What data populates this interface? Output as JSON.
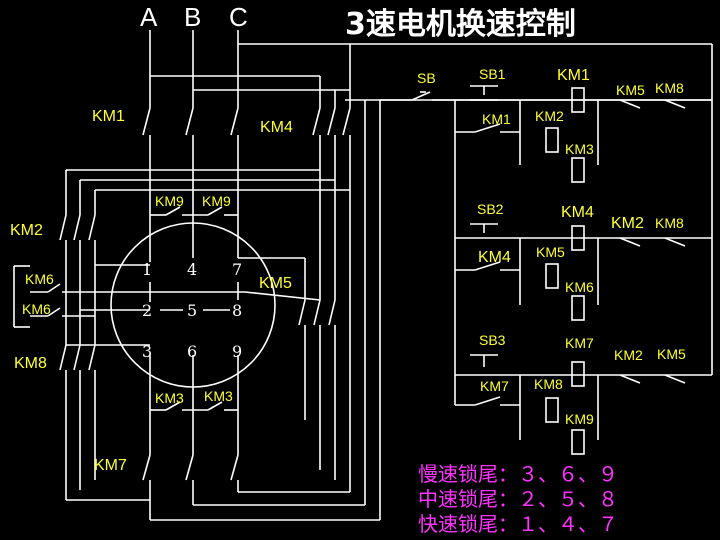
{
  "title": "3速电机换速控制",
  "phases": [
    "A",
    "B",
    "C"
  ],
  "power_labels": {
    "km1": "KM1",
    "km4": "KM4",
    "km2": "KM2",
    "km5": "KM5",
    "km6a": "KM6",
    "km6b": "KM6",
    "km8": "KM8",
    "km9a": "KM9",
    "km9b": "KM9",
    "km3a": "KM3",
    "km3b": "KM3",
    "km7": "KM7"
  },
  "motor_terminals": [
    "1",
    "4",
    "7",
    "2",
    "5",
    "8",
    "3",
    "6",
    "9"
  ],
  "control_labels": {
    "sb": "SB",
    "sb1": "SB1",
    "sb2": "SB2",
    "sb3": "SB3",
    "r1_coil": "KM1",
    "r1_i1": "KM5",
    "r1_i2": "KM8",
    "r1_hold": "KM1",
    "r1_c2": "KM2",
    "r1_c3": "KM3",
    "r2_coil": "KM4",
    "r2_i1": "KM2",
    "r2_i2": "KM8",
    "r2_hold": "KM4",
    "r2_c2": "KM5",
    "r2_c3": "KM6",
    "r3_coil": "KM7",
    "r3_i1": "KM2",
    "r3_i2": "KM5",
    "r3_hold": "KM7",
    "r3_c2": "KM8",
    "r3_c3": "KM9"
  },
  "legend": [
    "慢速锁尾：３、６、９",
    "中速锁尾：２、５、８",
    "快速锁尾：１、４、７"
  ]
}
